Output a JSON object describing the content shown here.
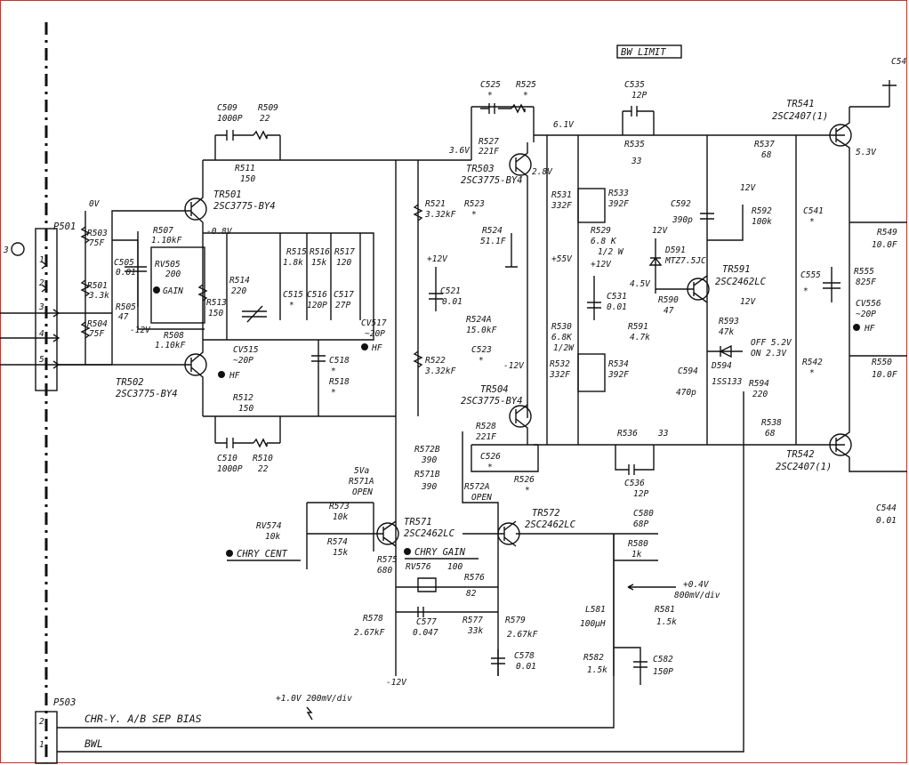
{
  "bw_limit": "BW LIMIT",
  "connectors": {
    "p501": "P501",
    "p503": "P503",
    "p501_pins": [
      "1",
      "2",
      "3",
      "4",
      "5"
    ],
    "p503_pins": [
      "2",
      "1"
    ],
    "p501_side": "3"
  },
  "bottom": {
    "sep_bias": "CHR-Y. A/B SEP BIAS",
    "bwl": "BWL",
    "scope_note": "+1.0V 200mV/div"
  },
  "transistors": {
    "tr501": [
      "TR501",
      "2SC3775-BY4"
    ],
    "tr502": [
      "TR502",
      "2SC3775-BY4"
    ],
    "tr503": [
      "TR503",
      "2SC3775-BY4"
    ],
    "tr504": [
      "TR504",
      "2SC3775-BY4"
    ],
    "tr541": [
      "TR541",
      "2SC2407(1)"
    ],
    "tr542": [
      "TR542",
      "2SC2407(1)"
    ],
    "tr571": [
      "TR571",
      "2SC2462LC"
    ],
    "tr572": [
      "TR572",
      "2SC2462LC"
    ],
    "tr591": [
      "TR591",
      "2SC2462LC"
    ],
    "d591": [
      "D591",
      "MTZ7.5JC"
    ],
    "d594": [
      "D594",
      "1SS133"
    ]
  },
  "parts": {
    "c509": [
      "C509",
      "1000P"
    ],
    "r509": [
      "R509",
      "22"
    ],
    "r511": [
      "R511",
      "150"
    ],
    "r512": [
      "R512",
      "150"
    ],
    "c510": [
      "C510",
      "1000P"
    ],
    "r510": [
      "R510",
      "22"
    ],
    "r507": [
      "R507",
      "1.10kF"
    ],
    "r508": [
      "R508",
      "1.10kF"
    ],
    "rv505": [
      "RV505",
      "200"
    ],
    "gain": "GAIN",
    "r503": [
      "R503",
      "75F"
    ],
    "r501": [
      "R501",
      "3.3k"
    ],
    "r504": [
      "R504",
      "75F"
    ],
    "c505": [
      "C505",
      "0.01"
    ],
    "r505": [
      "R505",
      "47"
    ],
    "r513": [
      "R513",
      "150"
    ],
    "r514": [
      "R514",
      "220"
    ],
    "c515": [
      "C515",
      "*"
    ],
    "r515": [
      "R515",
      "1.8k"
    ],
    "r516": [
      "R516",
      "15k"
    ],
    "c516": [
      "C516",
      "120P"
    ],
    "r517": [
      "R517",
      "120"
    ],
    "c517": [
      "C517",
      "27P"
    ],
    "cv515": [
      "CV515",
      "~20P"
    ],
    "cv517": [
      "CV517",
      "~20P"
    ],
    "c518": [
      "C518",
      "*"
    ],
    "r518": [
      "R518",
      "*"
    ],
    "hf": "HF",
    "c525": [
      "C525",
      "*"
    ],
    "r525": [
      "R525",
      "*"
    ],
    "r527": [
      "R527",
      "221F"
    ],
    "r521": [
      "R521",
      "3.32kF"
    ],
    "r523": [
      "R523",
      "*"
    ],
    "r524": [
      "R524",
      "51.1F"
    ],
    "c521": [
      "C521",
      "0.01"
    ],
    "r524a": [
      "R524A",
      "15.0kF"
    ],
    "c523": [
      "C523",
      "*"
    ],
    "r522": [
      "R522",
      "3.32kF"
    ],
    "r528": [
      "R528",
      "221F"
    ],
    "c526": [
      "C526",
      "*"
    ],
    "r526": [
      "R526",
      "*"
    ],
    "c535": [
      "C535",
      "12P"
    ],
    "r535": [
      "R535",
      "33"
    ],
    "r531": [
      "R531",
      "332F"
    ],
    "r533": [
      "R533",
      "392F"
    ],
    "r529": [
      "R529",
      "6.8 K",
      "1/2 W"
    ],
    "r530": [
      "R530",
      "6.8K",
      "1/2W"
    ],
    "r532": [
      "R532",
      "332F"
    ],
    "r534": [
      "R534",
      "392F"
    ],
    "r536": [
      "R536",
      "33"
    ],
    "c536": [
      "C536",
      "12P"
    ],
    "c592": [
      "C592",
      "390p"
    ],
    "r592": [
      "R592",
      "100k"
    ],
    "c531": [
      "C531",
      "0.01"
    ],
    "r590": [
      "R590",
      "47"
    ],
    "r591": [
      "R591",
      "4.7k"
    ],
    "r593": [
      "R593",
      "47k"
    ],
    "c594": [
      "C594",
      "470p"
    ],
    "r594": [
      "R594",
      "220"
    ],
    "r537": [
      "R537",
      "68"
    ],
    "r538": [
      "R538",
      "68"
    ],
    "c541": [
      "C541",
      "*"
    ],
    "r542": [
      "R542",
      "*"
    ],
    "r549": [
      "R549",
      "10.0F"
    ],
    "c555": [
      "C555",
      "*"
    ],
    "r555": [
      "R555",
      "825F"
    ],
    "cv556": [
      "CV556",
      "~20P"
    ],
    "r550": [
      "R550",
      "10.0F"
    ],
    "c544": [
      "C544",
      "0.01"
    ],
    "c54x": "C54",
    "r571a": [
      "R571A",
      "OPEN"
    ],
    "r572b": [
      "R572B",
      "390"
    ],
    "r571b": [
      "R571B",
      "390"
    ],
    "r572a": [
      "R572A",
      "OPEN"
    ],
    "r573": [
      "R573",
      "10k"
    ],
    "rv574": [
      "RV574",
      "10k"
    ],
    "r574": [
      "R574",
      "15k"
    ],
    "r575": [
      "R575",
      "680"
    ],
    "chry_cent": "CHRY CENT",
    "chry_gain": "CHRY GAIN",
    "rv576": [
      "RV576",
      "100"
    ],
    "r576": [
      "R576",
      "82"
    ],
    "r578": [
      "R578",
      "2.67kF"
    ],
    "c577": [
      "C577",
      "0.047"
    ],
    "r577": [
      "R577",
      "33k"
    ],
    "r579": [
      "R579",
      "2.67kF"
    ],
    "c578": [
      "C578",
      "0.01"
    ],
    "c580": [
      "C580",
      "68P"
    ],
    "r580": [
      "R580",
      "1k"
    ],
    "l581": [
      "L581",
      "100μH"
    ],
    "r581": [
      "R581",
      "1.5k"
    ],
    "r582": [
      "R582",
      "1.5k"
    ],
    "c582": [
      "C582",
      "150P"
    ]
  },
  "voltages": {
    "v0": "0V",
    "vm08": "-0.8V",
    "v36": "3.6V",
    "v61": "6.1V",
    "v28": "2.8V",
    "v53": "5.3V",
    "v12a": "12V",
    "v12b": "12V",
    "v12c": "12V",
    "vp12a": "+12V",
    "vp12b": "+12V",
    "vp55": "+55V",
    "v45": "4.5V",
    "vm12a": "-12V",
    "vm12b": "-12V",
    "vm12c": "-12V",
    "off": "OFF 5.2V",
    "on": "ON 2.3V",
    "v5va": "5Va",
    "wave": "+0.4V",
    "wave2": "800mV/div"
  }
}
